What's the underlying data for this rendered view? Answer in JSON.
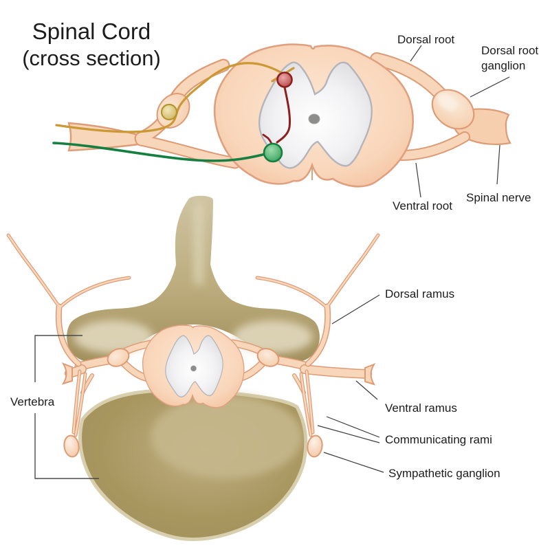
{
  "title": {
    "line1": "Spinal Cord",
    "line2": "(cross section)"
  },
  "labels": {
    "dorsal_root": "Dorsal root",
    "dorsal_root_ganglion_line1": "Dorsal root",
    "dorsal_root_ganglion_line2": "ganglion",
    "ventral_root": "Ventral root",
    "spinal_nerve": "Spinal nerve",
    "dorsal_ramus": "Dorsal ramus",
    "ventral_ramus": "Ventral ramus",
    "communicating_rami": "Communicating rami",
    "sympathetic_ganglion": "Sympathetic ganglion",
    "vertebra": "Vertebra"
  },
  "colors": {
    "background": "#ffffff",
    "nerve_peach_fill": "#f8d6ba",
    "nerve_peach_outline": "#dd9b76",
    "gray_matter": "#e8e8ea",
    "central_canal": "#8d8d8b",
    "sensory_fiber_orange": "#cc9833",
    "motor_fiber_green": "#157f41",
    "interneuron_red": "#8e1f1f",
    "cell_body_yellow": "#cdb258",
    "vertebra_tan": "#c2b489",
    "vertebra_dark": "#9c8a58",
    "label_text": "#1c1c1c"
  }
}
